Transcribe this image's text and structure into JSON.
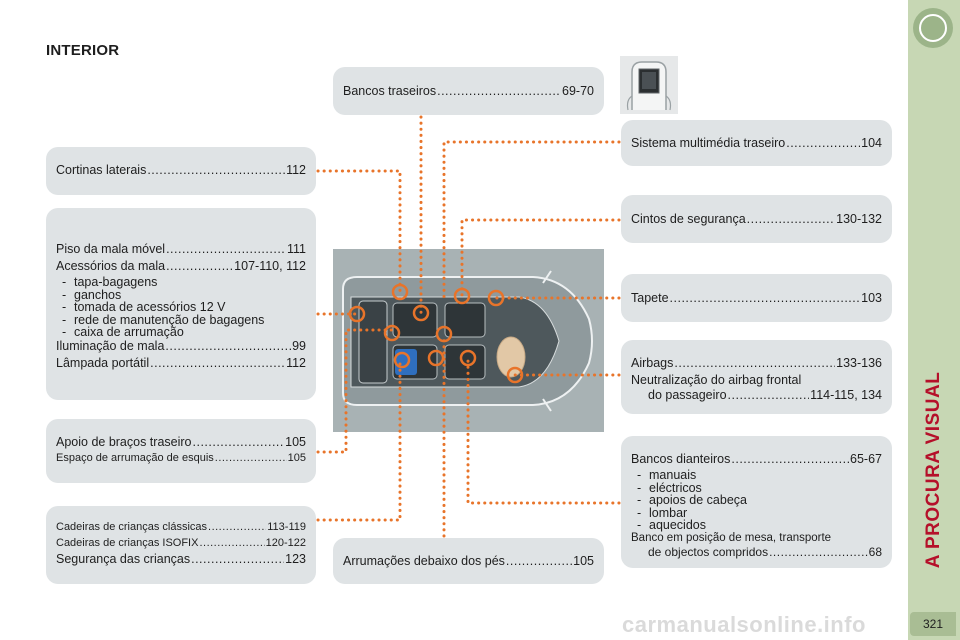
{
  "page": {
    "heading": "INTERIOR",
    "side_title": "A PROCURA VISUAL",
    "page_number": "321",
    "watermark": "carmanualsonline.info"
  },
  "boxes": {
    "bancos_traseiros": {
      "label": "Bancos traseiros",
      "pages": "69-70"
    },
    "cortinas": {
      "label": "Cortinas laterais",
      "pages": "112"
    },
    "piso": {
      "rows": [
        {
          "label": "Piso da mala móvel",
          "pages": "111"
        },
        {
          "label": "Acessórios da mala",
          "pages": "107-110, 112"
        }
      ],
      "subitems": [
        "tapa-bagagens",
        "ganchos",
        "tomada de acessórios 12 V",
        "rede de manutenção de bagagens",
        "caixa de arrumação"
      ],
      "rows2": [
        {
          "label": "Iluminação de mala",
          "pages": "99"
        },
        {
          "label": "Lâmpada portátil",
          "pages": "112"
        }
      ]
    },
    "apoio": {
      "rows": [
        {
          "label": "Apoio de braços traseiro",
          "pages": "105"
        },
        {
          "label": "Espaço de arrumação de esquis",
          "pages": "105"
        }
      ]
    },
    "cadeiras": {
      "rows": [
        {
          "label": "Cadeiras de crianças clássicas",
          "pages": "113-119"
        },
        {
          "label": "Cadeiras de crianças ISOFIX",
          "pages": "120-122"
        },
        {
          "label": "Segurança das crianças",
          "pages": "123"
        }
      ]
    },
    "arrumacoes": {
      "label": "Arrumações debaixo dos pés",
      "pages": "105"
    },
    "multimedia": {
      "label": "Sistema multimédia traseiro",
      "pages": "104"
    },
    "cintos": {
      "label": "Cintos de segurança",
      "pages": "130-132"
    },
    "tapete": {
      "label": "Tapete",
      "pages": "103"
    },
    "airbags": {
      "rows": [
        {
          "label": "Airbags",
          "pages": "133-136"
        }
      ],
      "line": "Neutralização do airbag frontal",
      "cont": {
        "label": "do passageiro",
        "pages": "114-115, 134"
      }
    },
    "dianteiros": {
      "row": {
        "label": "Bancos dianteiros",
        "pages": "65-67"
      },
      "subitems": [
        "manuais",
        "eléctricos",
        "apoios de cabeça",
        "lombar",
        "aquecidos"
      ],
      "line": "Banco em posição de mesa, transporte",
      "cont": {
        "label": "de objectos compridos",
        "pages": "68"
      }
    }
  },
  "colors": {
    "accent_orange": "#e8742a",
    "side_tab": "#c7d7b4",
    "side_title": "#b5102a",
    "box_bg": "#dfe3e5",
    "car_panel": "#a8b2b4"
  },
  "icons": [
    "car-interior-top-view",
    "rear-headrest-screen-thumbnail",
    "section-circle-icon"
  ]
}
